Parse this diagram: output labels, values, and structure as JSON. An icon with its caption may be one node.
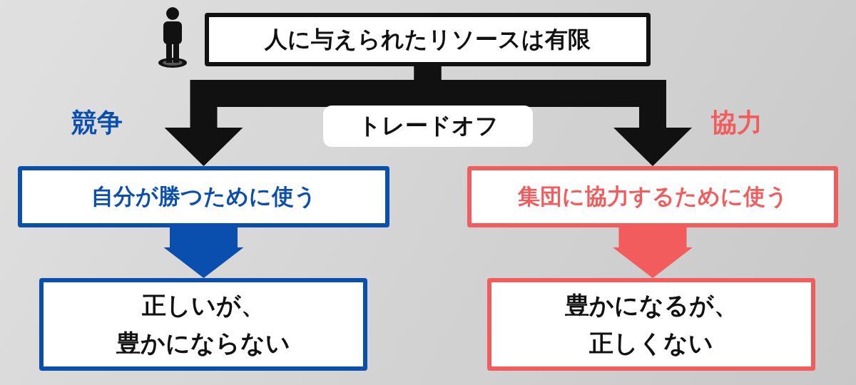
{
  "diagram": {
    "nodes": [
      {
        "text": [
          "人に与えられたリソースは有限"
        ]
      },
      {
        "text": [
          "トレードオフ"
        ]
      },
      {
        "text": [
          "自分が勝つために使う"
        ]
      },
      {
        "text": [
          "正しいが、豊かにならない"
        ]
      },
      {
        "text": [
          "集団に協力するために使う"
        ]
      },
      {
        "text": [
          "豊かになるが、正しくない"
        ]
      }
    ],
    "edges": [
      {
        "from": 0,
        "to": 2,
        "arrow": "to"
      },
      {
        "from": 0,
        "to": 4,
        "arrow": "to"
      },
      {
        "from": 2,
        "to": 3,
        "arrow": "to",
        "style": "thick",
        "color": "#0b4fae"
      },
      {
        "from": 4,
        "to": 5,
        "arrow": "to",
        "style": "thick",
        "color": "#f25c5c"
      }
    ],
    "labels": [
      "競争",
      "協力"
    ]
  }
}
